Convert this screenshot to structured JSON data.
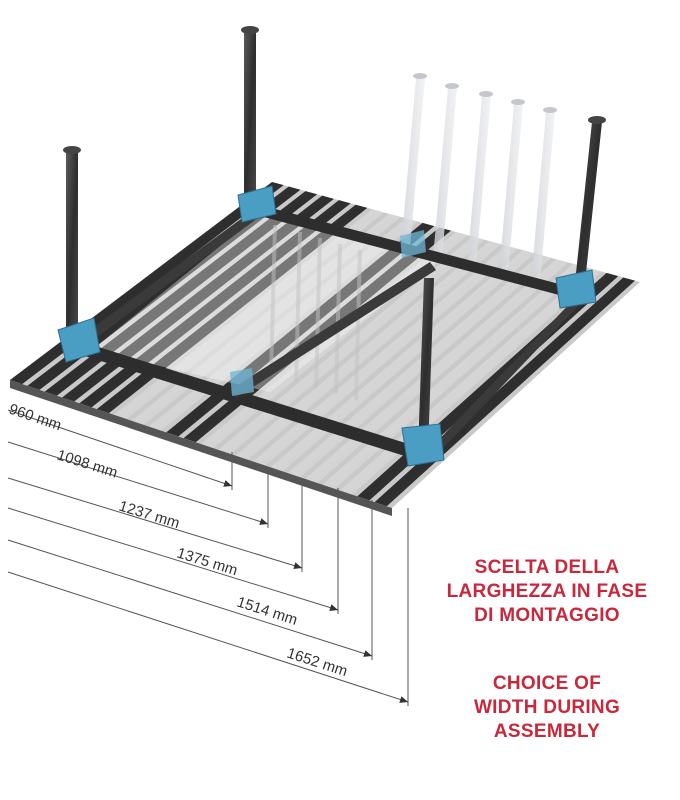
{
  "dimensions": [
    {
      "label": "960 mm"
    },
    {
      "label": "1098 mm"
    },
    {
      "label": "1237 mm"
    },
    {
      "label": "1375 mm"
    },
    {
      "label": "1514 mm"
    },
    {
      "label": "1652 mm"
    }
  ],
  "caption_it": {
    "line1": "SCELTA DELLA",
    "line2": "LARGHEZZA IN FASE",
    "line3": "DI MONTAGGIO"
  },
  "caption_en": {
    "line1": "CHOICE OF",
    "line2": "WIDTH DURING",
    "line3": "ASSEMBLY"
  },
  "colors": {
    "caption": "#c8283c",
    "bracket": "#4a9ec4",
    "profile_dark": "#3b3b3b",
    "profile_light": "#d8d8d8"
  }
}
